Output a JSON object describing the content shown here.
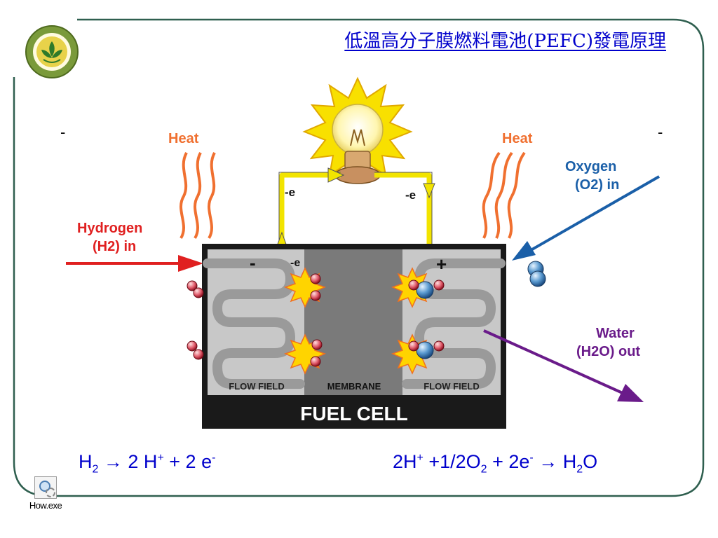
{
  "slide": {
    "title": "低溫高分子膜燃料電池(PEFC)發電原理",
    "dash_left": "-",
    "dash_right": "-"
  },
  "diagram": {
    "heat_left": "Heat",
    "heat_right": "Heat",
    "hydrogen_in_line1": "Hydrogen",
    "hydrogen_in_line2": "(H2) in",
    "oxygen_in_line1": "Oxygen",
    "oxygen_in_line2": "(O2) in",
    "water_out_line1": "Water",
    "water_out_line2": "(H2O) out",
    "electron_left": "-e",
    "electron_right": "-e",
    "electron_anode": "-e",
    "minus_sign": "-",
    "plus_sign": "+",
    "flow_field_left": "FLOW FIELD",
    "membrane": "MEMBRANE",
    "flow_field_right": "FLOW FIELD",
    "fuel_cell": "FUEL CELL"
  },
  "equations": {
    "anode": {
      "a": "H",
      "a_sub": "2",
      "b": " → 2 H",
      "b_sup": "+",
      "c": " + 2 e",
      "c_sup": "-"
    },
    "cathode": {
      "a": "2H",
      "a_sup": "+",
      "b": " +1/2O",
      "b_sub": "2",
      "c": " + 2e",
      "c_sup": "-",
      "d": " → H",
      "d_sub": "2",
      "e": "O"
    }
  },
  "shortcut": {
    "label": "How.exe"
  },
  "colors": {
    "frame": "#2f5f4f",
    "title": "#0000cc",
    "heat": "#f07030",
    "hydrogen": "#e02020",
    "oxygen": "#1a5fa8",
    "water": "#6a1b8a",
    "wire": "#f2e400",
    "cell": "#1a1a1a",
    "membrane": "#7a7a7a",
    "flow_field": "#c8c8c8"
  }
}
